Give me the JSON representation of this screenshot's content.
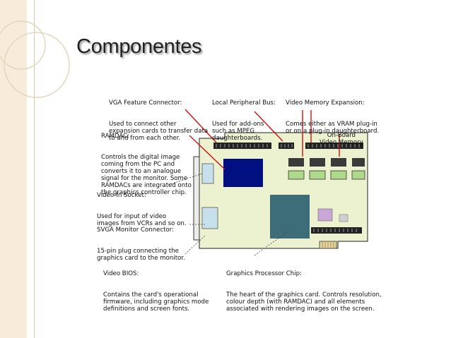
{
  "slide": {
    "title": "Componentes"
  },
  "labels": {
    "vga_feature": {
      "title": "VGA Feature Connector:",
      "body": "Used to connect other\nexpansion cards to transfer data\nto and from each other."
    },
    "local_bus": {
      "title": "Local Peripheral Bus:",
      "body": "Used for add-ons\nsuch as MPEG\ndaughterboards."
    },
    "vram_expansion": {
      "title": "Video Memory Expansion:",
      "body": "Comes either as VRAM plug-in\nor on a plug-in daughterboard."
    },
    "onboard_memory": {
      "title": "On-Board\nVideo Memory"
    },
    "ramdac": {
      "title": "RAMDAC:",
      "body": "Controls the digital image\ncoming from the PC and\nconverts it to an analogue\nsignal for the monitor. Some\nRAMDACs are integrated onto\nthe graphics controller chip."
    },
    "video_in": {
      "title": "Video-In Socket:",
      "body": "Used for input of video\nimages from VCRs and so on."
    },
    "svga_monitor": {
      "title": "SVGA Monitor Connector:",
      "body": "15-pin plug connecting the\ngraphics card to the monitor."
    },
    "video_bios": {
      "title": "Video BIOS:",
      "body": "Contains the card's operational\nfirmware, including graphics mode\ndefinitions and screen fonts."
    },
    "graphics_chip": {
      "title": "Graphics Processor Chip:",
      "body": "The heart of the graphics card. Controls resolution,\ncolour depth (with RAMDAC) and all elements\nassociated with rendering images on the screen."
    }
  },
  "colors": {
    "board": "#ecf2cf",
    "ramdac_chip": "#001080",
    "graphics_chip": "#3e6d7a",
    "bios_chip": "#c8a8d8",
    "connector": "#c8e0ec",
    "callout_line": "#d01010",
    "background_accent": "#f6ecd9"
  }
}
